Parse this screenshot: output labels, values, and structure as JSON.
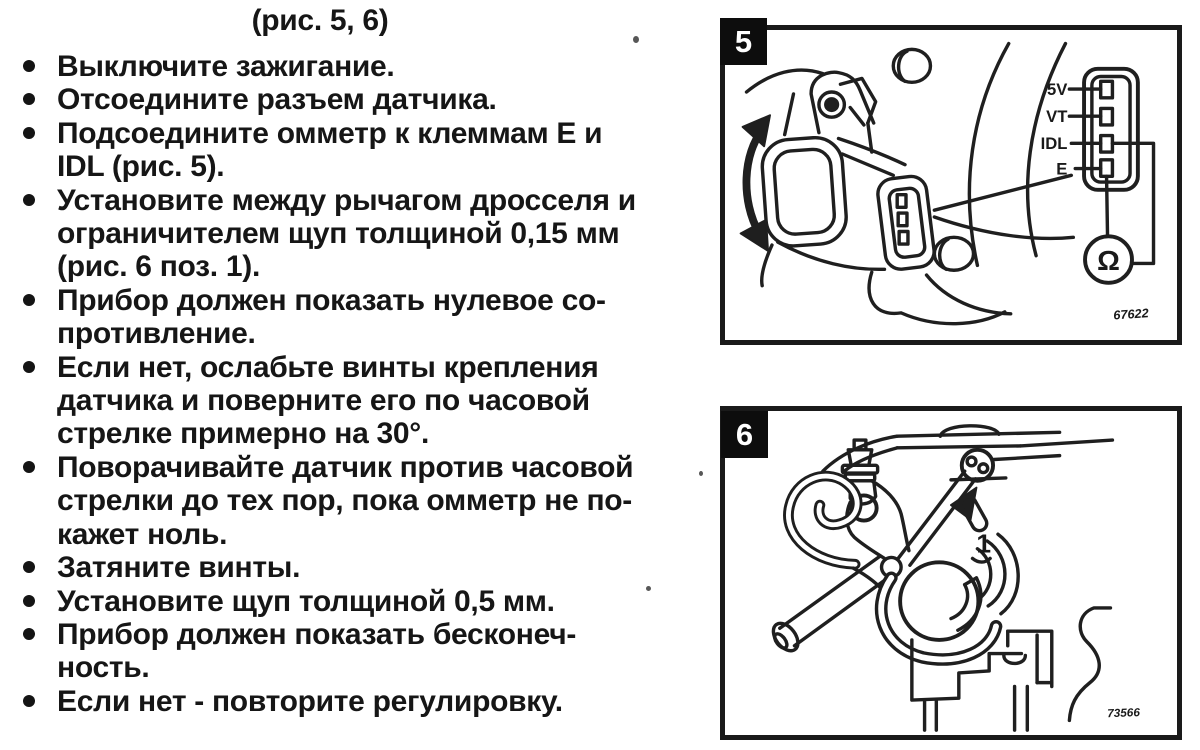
{
  "document": {
    "title": "(рис. 5, 6)",
    "bullets": [
      "Выключите зажигание.",
      "Отсоедините разъем датчика.",
      "Подсоедините омметр к клеммам Е и\nIDL (рис. 5).",
      "Установите между рычагом дросселя и\nограничителем щуп толщиной 0,15 мм\n(рис. 6 поз. 1).",
      "Прибор должен показать нулевое со-\nпротивление.",
      "Если нет, ослабьте винты крепления\nдатчика и поверните его по часовой\nстрелке примерно на 30°.",
      "Поворачивайте датчик против часовой\nстрелки до тех пор, пока омметр не по-\nкажет ноль.",
      "Затяните винты.",
      "Установите щуп толщиной 0,5 мм.",
      "Прибор должен показать бесконеч-\nность.",
      "Если нет - повторите регулировку."
    ]
  },
  "figure5": {
    "label": "5",
    "pins": [
      "5V",
      "VT",
      "IDL",
      "E"
    ],
    "ohm_symbol": "Ω",
    "code": "67622"
  },
  "figure6": {
    "label": "6",
    "callout": "1",
    "code": "73566"
  }
}
